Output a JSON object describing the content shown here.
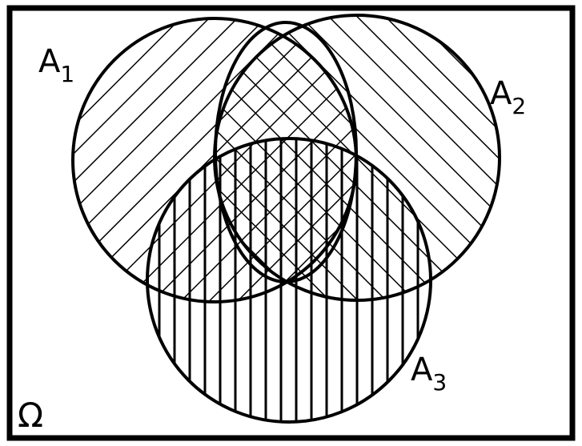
{
  "universe": {
    "label": "Ω"
  },
  "sets": [
    {
      "id": "A1",
      "letter": "A",
      "subscript": "1",
      "hatch": "forward-diagonal"
    },
    {
      "id": "A2",
      "letter": "A",
      "subscript": "2",
      "hatch": "backward-diagonal"
    },
    {
      "id": "A3",
      "letter": "A",
      "subscript": "3",
      "hatch": "vertical"
    }
  ],
  "colors": {
    "line": "#000000",
    "background": "#ffffff"
  }
}
